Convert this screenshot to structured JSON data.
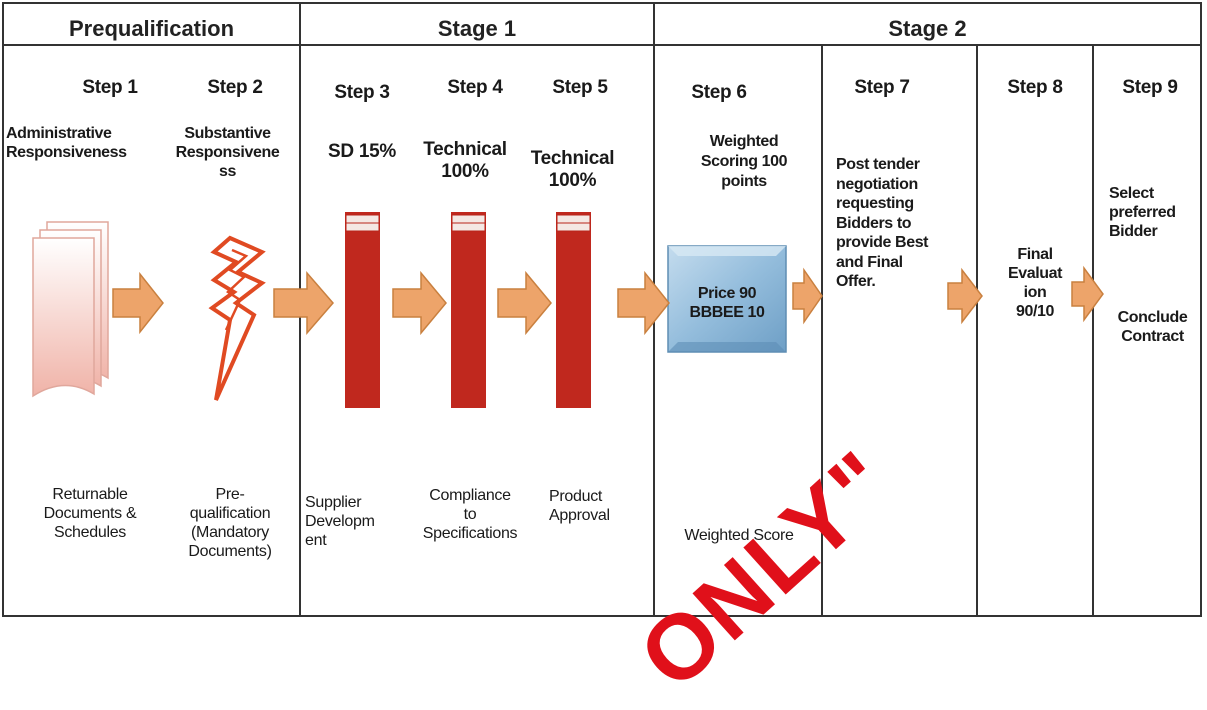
{
  "stages": {
    "prequalification": "Prequalification",
    "stage1": "Stage 1",
    "stage2": "Stage 2"
  },
  "steps": [
    {
      "label": "Step 1",
      "description": "Administrative\nResponsiveness",
      "footer": "Returnable\nDocuments &\nSchedules"
    },
    {
      "label": "Step 2",
      "description": "Substantive\nResponsivene\nss",
      "footer": "Pre-\nqualification\n(Mandatory\nDocuments)"
    },
    {
      "label": "Step 3",
      "description": "SD 15%",
      "footer": "Supplier\nDevelopm\nent"
    },
    {
      "label": "Step 4",
      "description": "Technical\n100%",
      "footer": "Compliance\nto\nSpecifications"
    },
    {
      "label": "Step 5",
      "description": "Technical\n100%",
      "footer": "Product\nApproval"
    },
    {
      "label": "Step 6",
      "description": "Weighted\nScoring 100\npoints",
      "footer": "Weighted Score",
      "box_text": "Price 90\nBBBEE 10"
    },
    {
      "label": "Step 7",
      "description": "Post tender\nnegotiation\nrequesting\nBidders to\nprovide Best\nand Final\nOffer."
    },
    {
      "label": "Step 8",
      "description": "Final\nEvaluat\nion\n90/10"
    },
    {
      "label": "Step 9",
      "description": "Select\npreferred\nBidder",
      "description2": "Conclude\nContract"
    }
  ],
  "watermark": "ONLY\"",
  "colors": {
    "bar": "#c0281e",
    "arrow": "#eda46a",
    "arrow_stroke": "#c9803f",
    "lightning": "#e04a22",
    "box": "#9cc3de",
    "document": "#f3c7c0"
  },
  "icons": [
    "documents-icon",
    "lightning-icon",
    "bar-icon",
    "weighted-box-icon",
    "arrow-icon"
  ]
}
